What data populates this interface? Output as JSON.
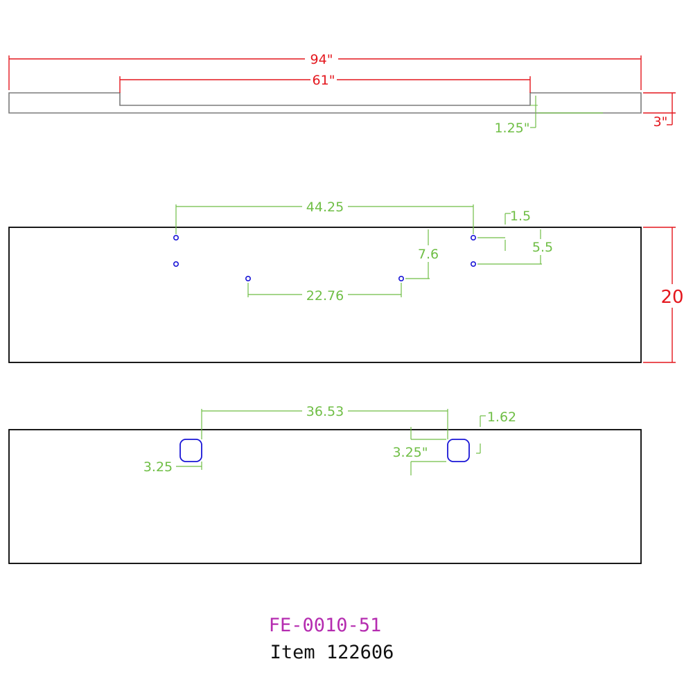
{
  "colors": {
    "red_dim": "#e4161d",
    "green_dim": "#6fbe45",
    "blue_hole": "#1a16d6",
    "outline": "#000000",
    "profile": "#7a7a7a",
    "part_number": "#b52cb0",
    "item_text": "#111111"
  },
  "top_view": {
    "overall_length": "94\"",
    "center_length": "61\"",
    "step_depth": "1.25\"",
    "height": "3\""
  },
  "middle_view": {
    "outer_hole_spacing": "44.25",
    "inner_hole_spacing": "22.76",
    "inner_hole_drop": "7.6",
    "top_offset": "1.5",
    "vertical_spacing": "5.5",
    "plate_height": "20"
  },
  "bottom_view": {
    "slot_spacing": "36.53",
    "slot_top_offset": "1.62",
    "slot_width": "3.25",
    "slot_height": "3.25\""
  },
  "title": {
    "part_number": "FE-0010-51",
    "item": "Item 122606"
  }
}
